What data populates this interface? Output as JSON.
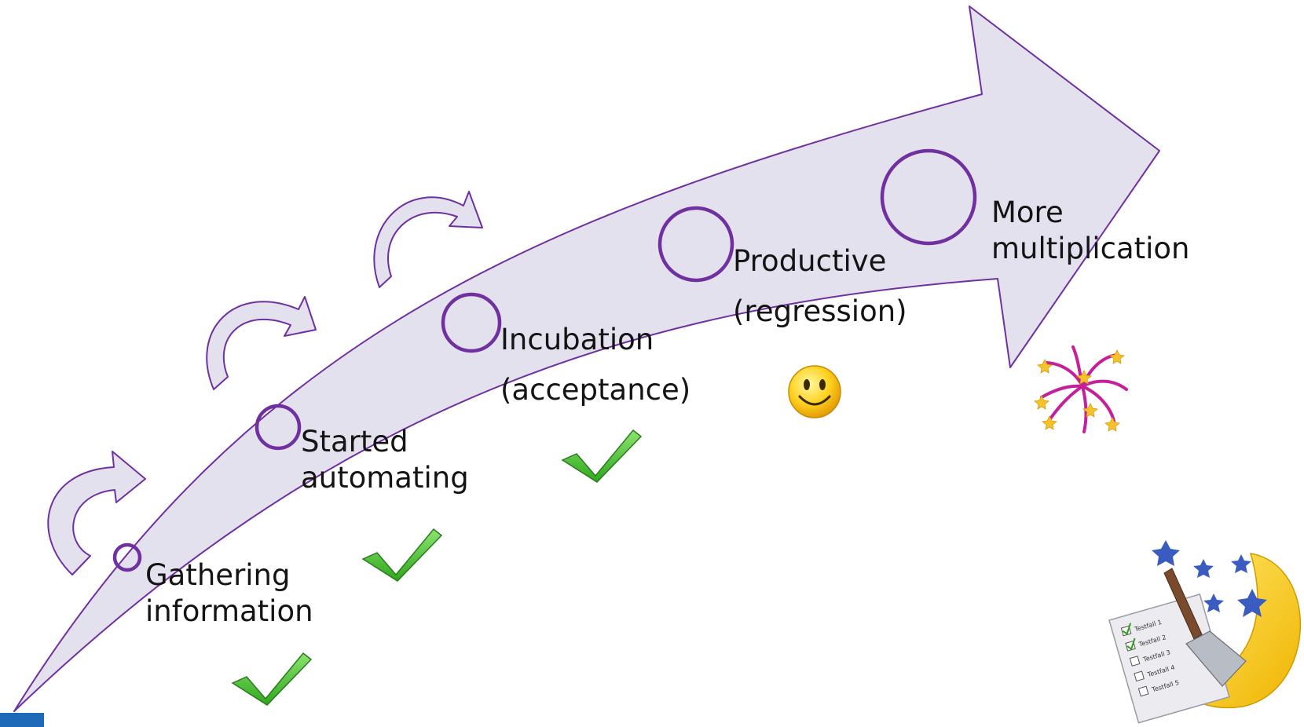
{
  "stages": [
    {
      "id": "gathering",
      "lines": [
        "Gathering",
        "information"
      ],
      "status": "done",
      "status_icon": "checkmark-icon"
    },
    {
      "id": "started",
      "lines": [
        "Started",
        "automating"
      ],
      "status": "done",
      "status_icon": "checkmark-icon"
    },
    {
      "id": "incubation",
      "lines": [
        "Incubation",
        "(acceptance)"
      ],
      "status": "done",
      "status_icon": "checkmark-icon"
    },
    {
      "id": "productive",
      "lines": [
        "Productive",
        "(regression)"
      ],
      "status": "happy",
      "status_icon": "smiley-icon"
    },
    {
      "id": "multiplication",
      "lines": [
        "More",
        "multiplication"
      ],
      "status": "celebrate",
      "status_icon": "fireworks-icon"
    }
  ],
  "illustration": {
    "icon": "night-test-checklist-icon",
    "checklist_items": [
      "Testfall 1",
      "Testfall 2",
      "Testfall 3",
      "Testfall 4",
      "Testfall 5"
    ],
    "checked": [
      true,
      true,
      false,
      false,
      false
    ]
  },
  "colors": {
    "arrow_fill": "#e3e1ee",
    "outline": "#7030a0",
    "circle_stroke": "#7030a0",
    "check_green": "#4cc43b",
    "corner_tab": "#1f69b9"
  }
}
